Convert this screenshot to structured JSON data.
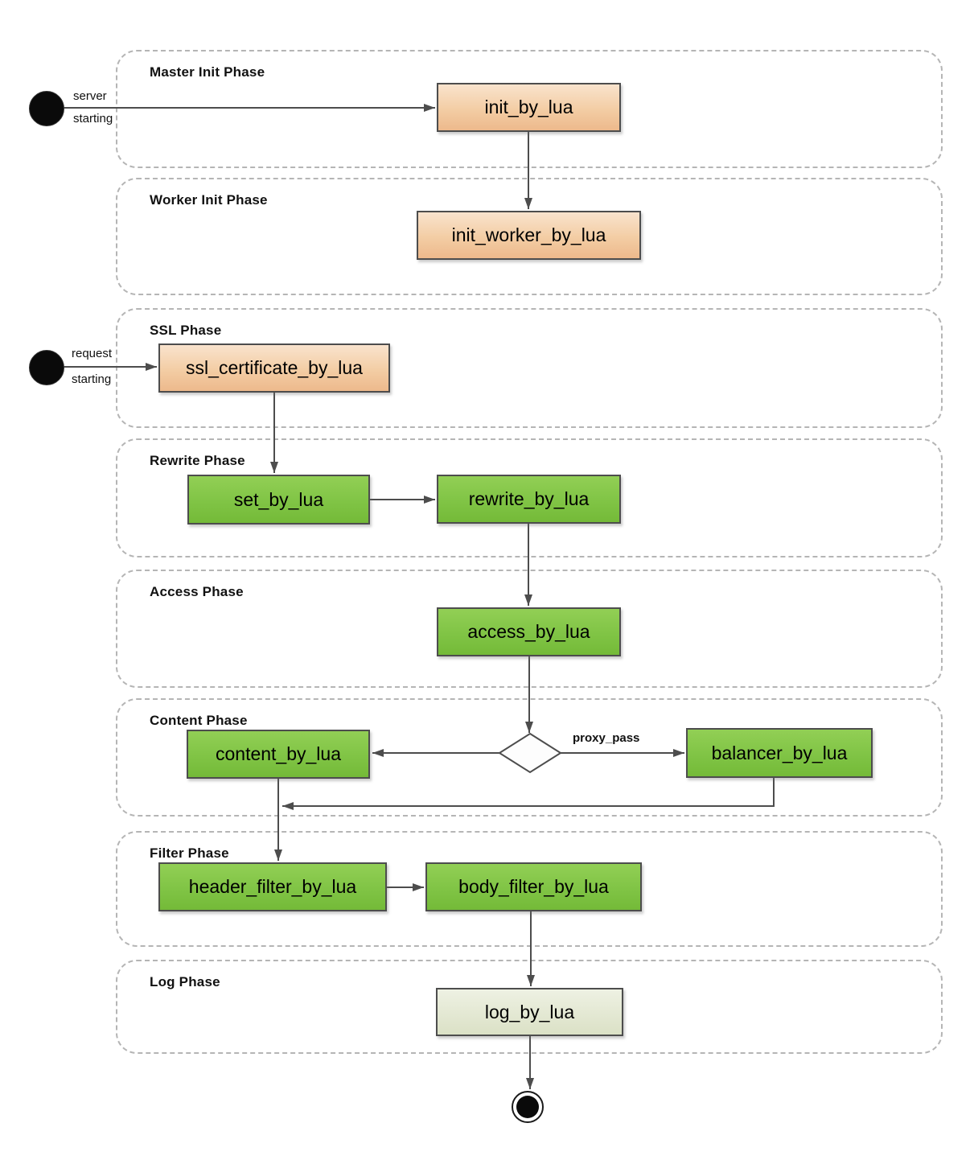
{
  "phases": [
    {
      "label": "Master Init Phase"
    },
    {
      "label": "Worker Init Phase"
    },
    {
      "label": "SSL Phase"
    },
    {
      "label": "Rewrite Phase"
    },
    {
      "label": "Access Phase"
    },
    {
      "label": "Content Phase"
    },
    {
      "label": "Filter Phase"
    },
    {
      "label": "Log Phase"
    }
  ],
  "nodes": {
    "init_by_lua": "init_by_lua",
    "init_worker_by_lua": "init_worker_by_lua",
    "ssl_certificate_by_lua": "ssl_certificate_by_lua",
    "set_by_lua": "set_by_lua",
    "rewrite_by_lua": "rewrite_by_lua",
    "access_by_lua": "access_by_lua",
    "content_by_lua": "content_by_lua",
    "balancer_by_lua": "balancer_by_lua",
    "header_filter_by_lua": "header_filter_by_lua",
    "body_filter_by_lua": "body_filter_by_lua",
    "log_by_lua": "log_by_lua"
  },
  "edge_labels": {
    "server_line1": "server",
    "server_line2": "starting",
    "request_line1": "request",
    "request_line2": "starting",
    "proxy_pass": "proxy_pass"
  },
  "colors": {
    "orange_top": "#f9e3cd",
    "orange_bottom": "#edb98c",
    "green_top": "#92cf55",
    "green_bottom": "#74ba38",
    "log_top": "#eef1e3",
    "log_bottom": "#dbe1c6",
    "border_color": "#4d4d4d",
    "arrow_color": "#4d4d4d",
    "dash_color": "#b5b5b5"
  }
}
